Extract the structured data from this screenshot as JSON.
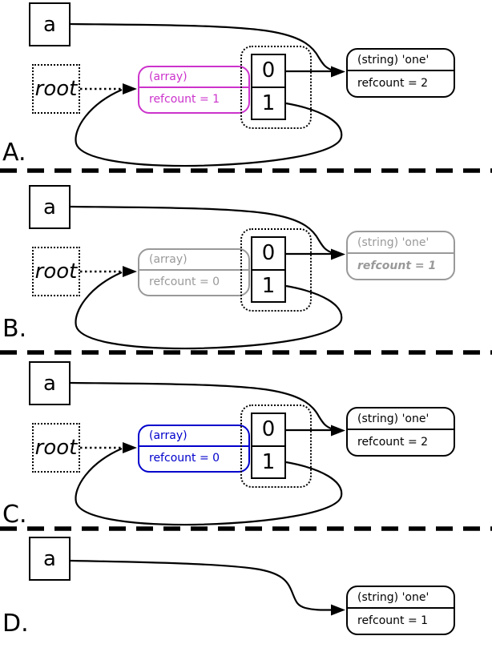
{
  "colors": {
    "panel_a_accent": "#cc33cc",
    "panel_b_dimmed": "#999999",
    "panel_c_accent": "#0000cc",
    "ink": "#000000"
  },
  "panels": [
    {
      "label": "A.",
      "var_label": "a",
      "root_label": "root",
      "array_box": {
        "type_label": "(array)",
        "refcount": "refcount = 1"
      },
      "slots": [
        "0",
        "1"
      ],
      "string_box": {
        "type_label": "(string) 'one'",
        "refcount": "refcount = 2"
      }
    },
    {
      "label": "B.",
      "var_label": "a",
      "root_label": "root",
      "array_box": {
        "type_label": "(array)",
        "refcount": "refcount = 0"
      },
      "slots": [
        "0",
        "1"
      ],
      "string_box": {
        "type_label": "(string) 'one'",
        "refcount": "refcount = 1"
      }
    },
    {
      "label": "C.",
      "var_label": "a",
      "root_label": "root",
      "array_box": {
        "type_label": "(array)",
        "refcount": "refcount = 0"
      },
      "slots": [
        "0",
        "1"
      ],
      "string_box": {
        "type_label": "(string) 'one'",
        "refcount": "refcount = 2"
      }
    },
    {
      "label": "D.",
      "var_label": "a",
      "string_box": {
        "type_label": "(string) 'one'",
        "refcount": "refcount = 1"
      }
    }
  ]
}
